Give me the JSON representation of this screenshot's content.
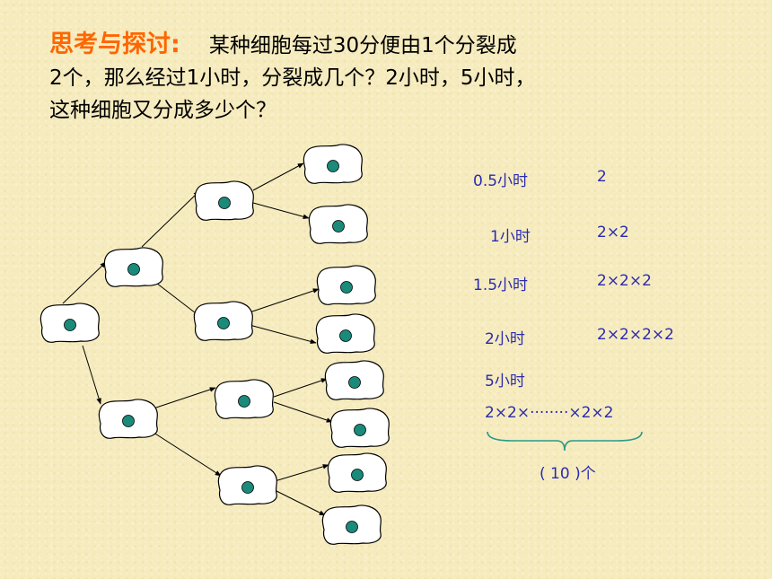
{
  "question": {
    "heading": "思考与探讨:",
    "line1": "某种细胞每过30分便由1个分裂成",
    "line2": "2个，那么经过1小时，分裂成几个？2小时，5小时，",
    "line3": "这种细胞又分成多少个？"
  },
  "table": {
    "rows": [
      {
        "time": "0.5小时",
        "count": "2"
      },
      {
        "time": "1小时",
        "count": "2×2"
      },
      {
        "time": "1.5小时",
        "count": "2×2×2"
      },
      {
        "time": "2小时",
        "count": "2×2×2×2"
      }
    ],
    "five_hours": "5小时",
    "expression": "2×2×········×2×2",
    "brace_label": "( 10 )个"
  },
  "colors": {
    "heading": "#ff6600",
    "calc_text": "#2b2bb0",
    "brace": "#2a9a8a",
    "nucleus": "#1a8a7a"
  }
}
